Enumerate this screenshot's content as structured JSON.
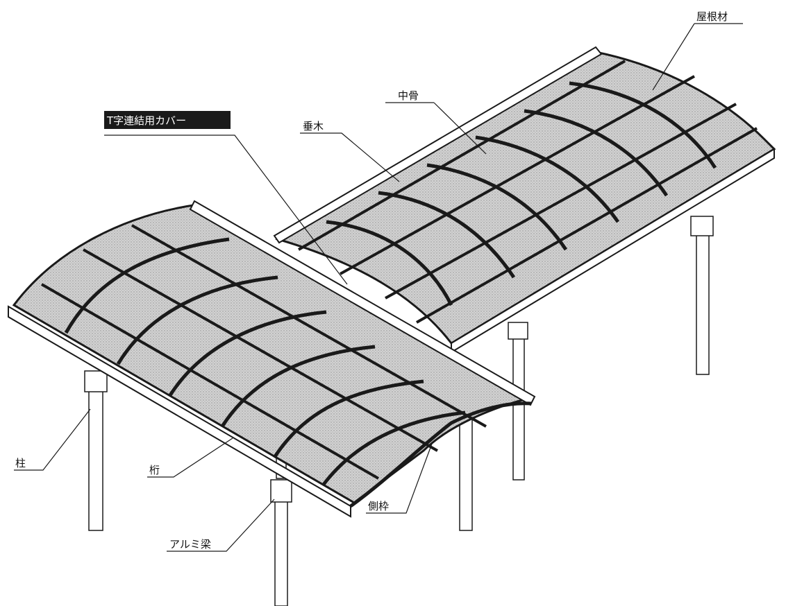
{
  "labels": {
    "roof_material": "屋根材",
    "middle_bone": "中骨",
    "t_joint_cover": "T字連結用カバー",
    "rafter": "垂木",
    "post": "柱",
    "beam": "桁",
    "aluminum_beam": "アルミ梁",
    "side_frame": "側枠"
  },
  "colors": {
    "roof_fill": "#c9c9c9",
    "frame": "#1a1a1a",
    "highlight_bg": "#1a1a1a",
    "highlight_text": "#ffffff"
  }
}
